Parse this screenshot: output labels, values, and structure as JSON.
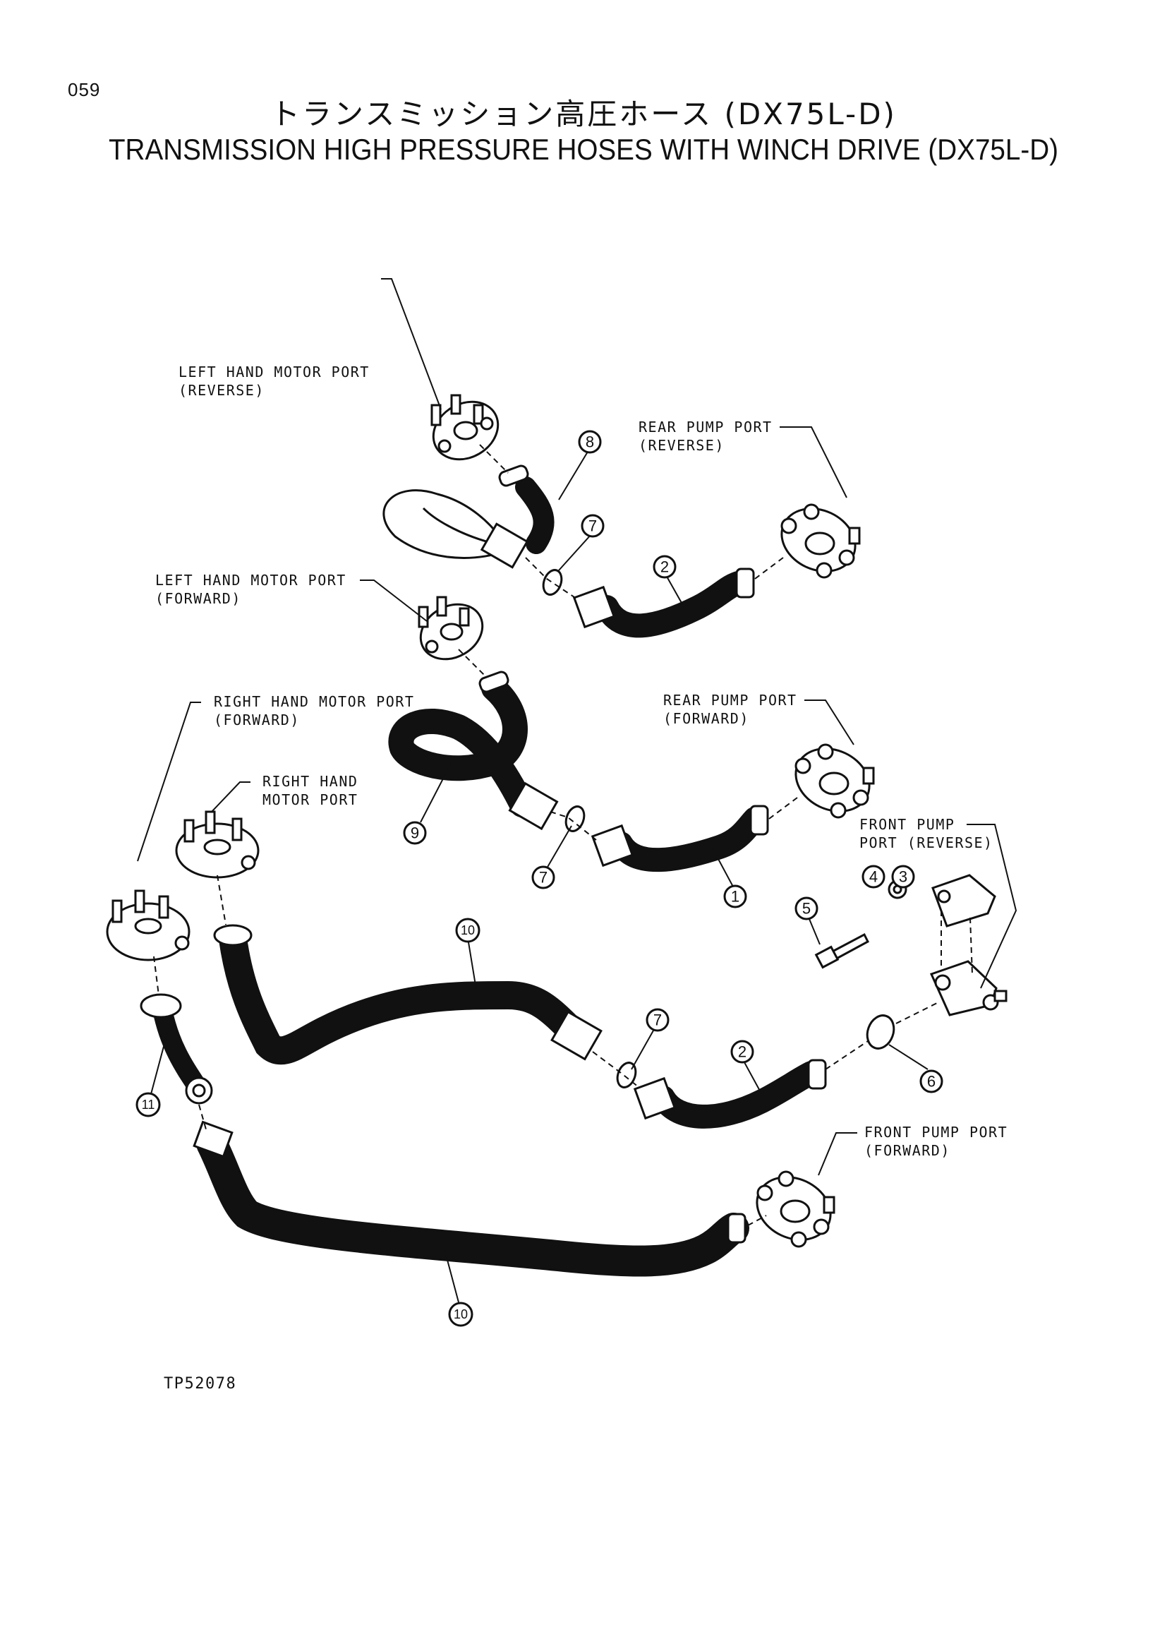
{
  "page_number": "059",
  "title_jp": "トランスミッション高圧ホース (DX75L-D)",
  "title_en": "TRANSMISSION HIGH PRESSURE HOSES WITH WINCH DRIVE (DX75L-D)",
  "labels": {
    "lh_motor_reverse": [
      "LEFT HAND MOTOR PORT",
      "(REVERSE)"
    ],
    "rear_pump_reverse": [
      "REAR PUMP PORT",
      "(REVERSE)"
    ],
    "lh_motor_forward": [
      "LEFT HAND MOTOR PORT",
      "(FORWARD)"
    ],
    "rh_motor_forward": [
      "RIGHT HAND MOTOR PORT",
      "(FORWARD)"
    ],
    "rear_pump_forward": [
      "REAR PUMP PORT",
      "(FORWARD)"
    ],
    "rh_motor": [
      "RIGHT HAND",
      "MOTOR PORT"
    ],
    "front_pump_reverse": [
      "FRONT PUMP",
      "PORT (REVERSE)"
    ],
    "front_pump_forward": [
      "FRONT PUMP PORT",
      "(FORWARD)"
    ]
  },
  "callouts": [
    "8",
    "7",
    "2",
    "9",
    "7",
    "1",
    "4",
    "3",
    "5",
    "10",
    "7",
    "2",
    "6",
    "11",
    "10"
  ],
  "drawing_number": "TP52078"
}
